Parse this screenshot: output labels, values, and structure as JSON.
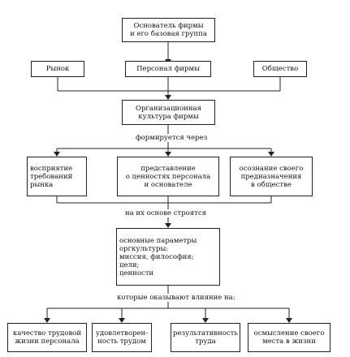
{
  "nodes": {
    "founder": "Основатель фирмы\nи его базовая группа",
    "market": "Рынок",
    "personnel": "Персонал фирмы",
    "society": "Общество",
    "culture": "Организационная\nкультура фирмы",
    "perception": "восприятие\nтребований\nрынка",
    "values_idea": "представление\nо ценностях персонала\nи основателе",
    "awareness": "осознание своего\nпредназначения\nв обществе",
    "params": "основные параметры\nоргкультуры:\nмиссия, философия;\nцели;\nценности",
    "quality": "качество трудовой\nжизни персонала",
    "satisfaction": "удовлетворен-\nность трудом",
    "results": "результативность\nтруда",
    "meaning": "осмысление своего\nместа в жизни"
  },
  "labels": {
    "formed_through": "формируется через",
    "built_on": "на их основе строятся",
    "influence": "которые оказывают влияние на:"
  }
}
